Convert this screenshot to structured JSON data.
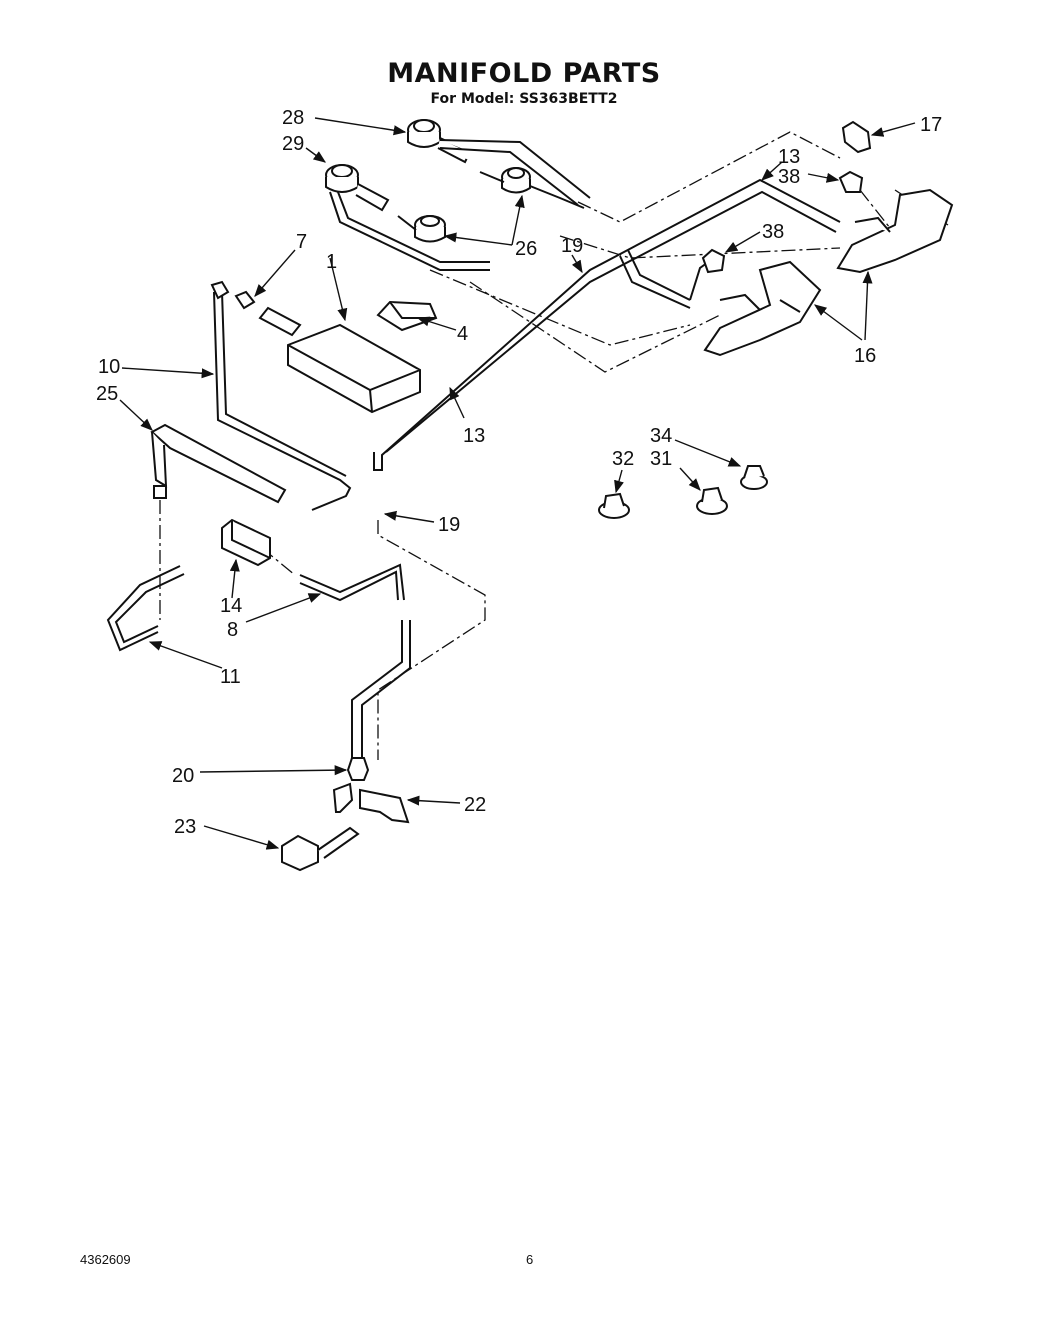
{
  "header": {
    "title": "MANIFOLD PARTS",
    "subtitle": "For Model: SS363BETT2"
  },
  "callouts": [
    "28",
    "29",
    "13",
    "38",
    "17",
    "7",
    "1",
    "26",
    "19",
    "38",
    "4",
    "16",
    "10",
    "25",
    "13",
    "34",
    "32",
    "31",
    "19",
    "14",
    "8",
    "11",
    "20",
    "22",
    "23"
  ],
  "footer": {
    "doc_number": "4362609",
    "page_number": "6"
  }
}
